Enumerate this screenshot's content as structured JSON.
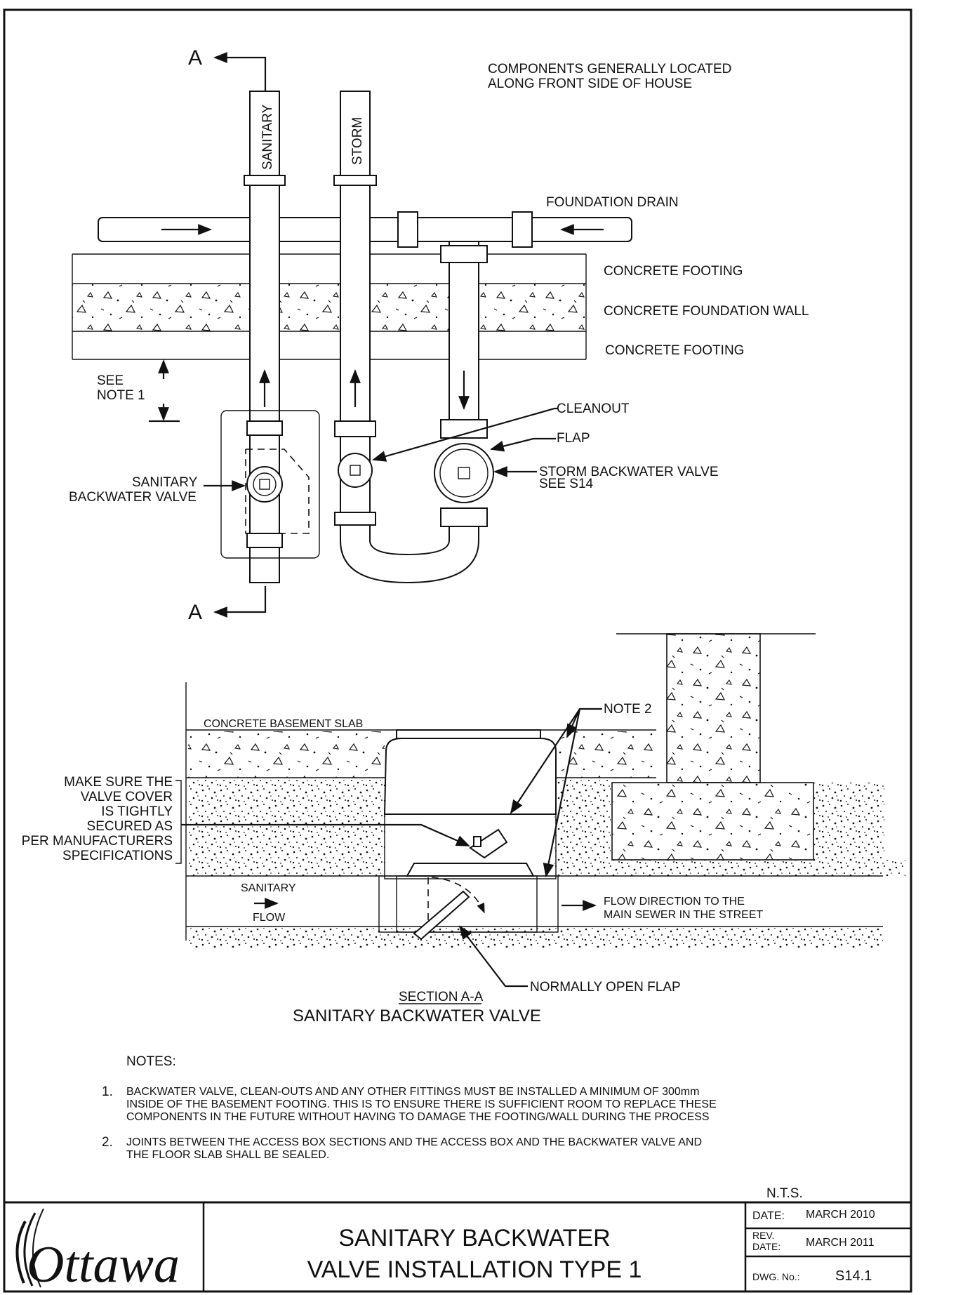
{
  "plan": {
    "section_marker_top": "A",
    "section_marker_bottom": "A",
    "note_components": [
      "COMPONENTS GENERALLY LOCATED",
      "ALONG FRONT SIDE OF HOUSE"
    ],
    "pipe_sanitary": "SANITARY",
    "pipe_storm": "STORM",
    "foundation_drain": "FOUNDATION DRAIN",
    "concrete_footing_top": "CONCRETE FOOTING",
    "concrete_foundation_wall": "CONCRETE FOUNDATION WALL",
    "concrete_footing_bottom": "CONCRETE FOOTING",
    "see_note_1": [
      "SEE",
      "NOTE 1"
    ],
    "cleanout": "CLEANOUT",
    "flap": "FLAP",
    "storm_backwater_valve": [
      "STORM BACKWATER VALVE",
      "SEE S14"
    ],
    "sanitary_backwater_valve": [
      "SANITARY",
      "BACKWATER VALVE"
    ]
  },
  "section": {
    "note_2": "NOTE 2",
    "concrete_basement_slab": "CONCRETE BASEMENT SLAB",
    "valve_cover_note": [
      "MAKE SURE THE",
      "VALVE COVER",
      "IS TIGHTLY",
      "SECURED AS",
      "PER MANUFACTURERS",
      "SPECIFICATIONS"
    ],
    "sanitary_flow": [
      "SANITARY",
      "FLOW"
    ],
    "flow_direction": [
      "FLOW DIRECTION TO THE",
      "MAIN SEWER IN THE STREET"
    ],
    "normally_open_flap": "NORMALLY OPEN FLAP",
    "section_label": "SECTION A-A",
    "section_title": "SANITARY BACKWATER VALVE"
  },
  "notes": {
    "heading": "NOTES:",
    "items": [
      {
        "num": "1.",
        "lines": [
          "BACKWATER VALVE, CLEAN-OUTS AND ANY OTHER FITTINGS MUST BE INSTALLED A MINIMUM OF 300mm",
          "INSIDE OF THE BASEMENT FOOTING. THIS IS TO ENSURE THERE IS SUFFICIENT ROOM TO REPLACE THESE",
          "COMPONENTS IN THE FUTURE WITHOUT HAVING TO DAMAGE THE FOOTING/WALL DURING THE PROCESS"
        ]
      },
      {
        "num": "2.",
        "lines": [
          "JOINTS BETWEEN THE ACCESS BOX SECTIONS AND THE ACCESS BOX AND THE BACKWATER VALVE AND",
          "THE FLOOR SLAB SHALL BE SEALED."
        ]
      }
    ]
  },
  "title_block": {
    "scale": "N.T.S.",
    "logo_text": "Ottawa",
    "title_lines": [
      "SANITARY BACKWATER",
      "VALVE INSTALLATION TYPE 1"
    ],
    "date_label": "DATE:",
    "date_value": "MARCH 2010",
    "rev_date_label": [
      "REV.",
      "DATE:"
    ],
    "rev_date_value": "MARCH 2011",
    "dwg_no_label": "DWG. No.:",
    "dwg_no_value": "S14.1"
  }
}
